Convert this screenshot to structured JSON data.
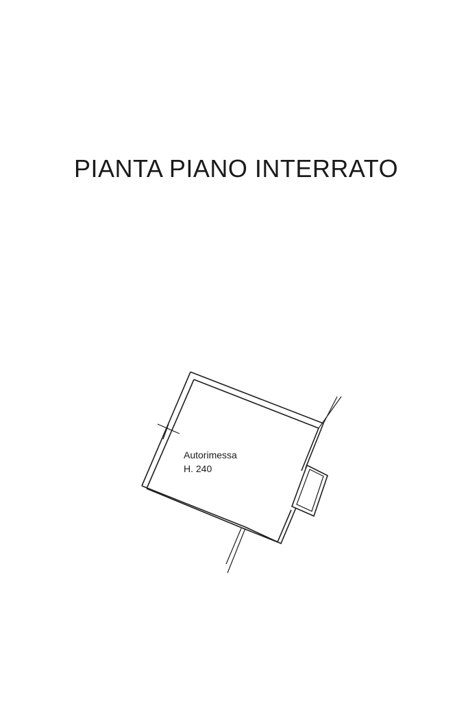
{
  "title": "PIANTA PIANO INTERRATO",
  "room": {
    "name": "Autorimessa",
    "height": "H. 240"
  }
}
